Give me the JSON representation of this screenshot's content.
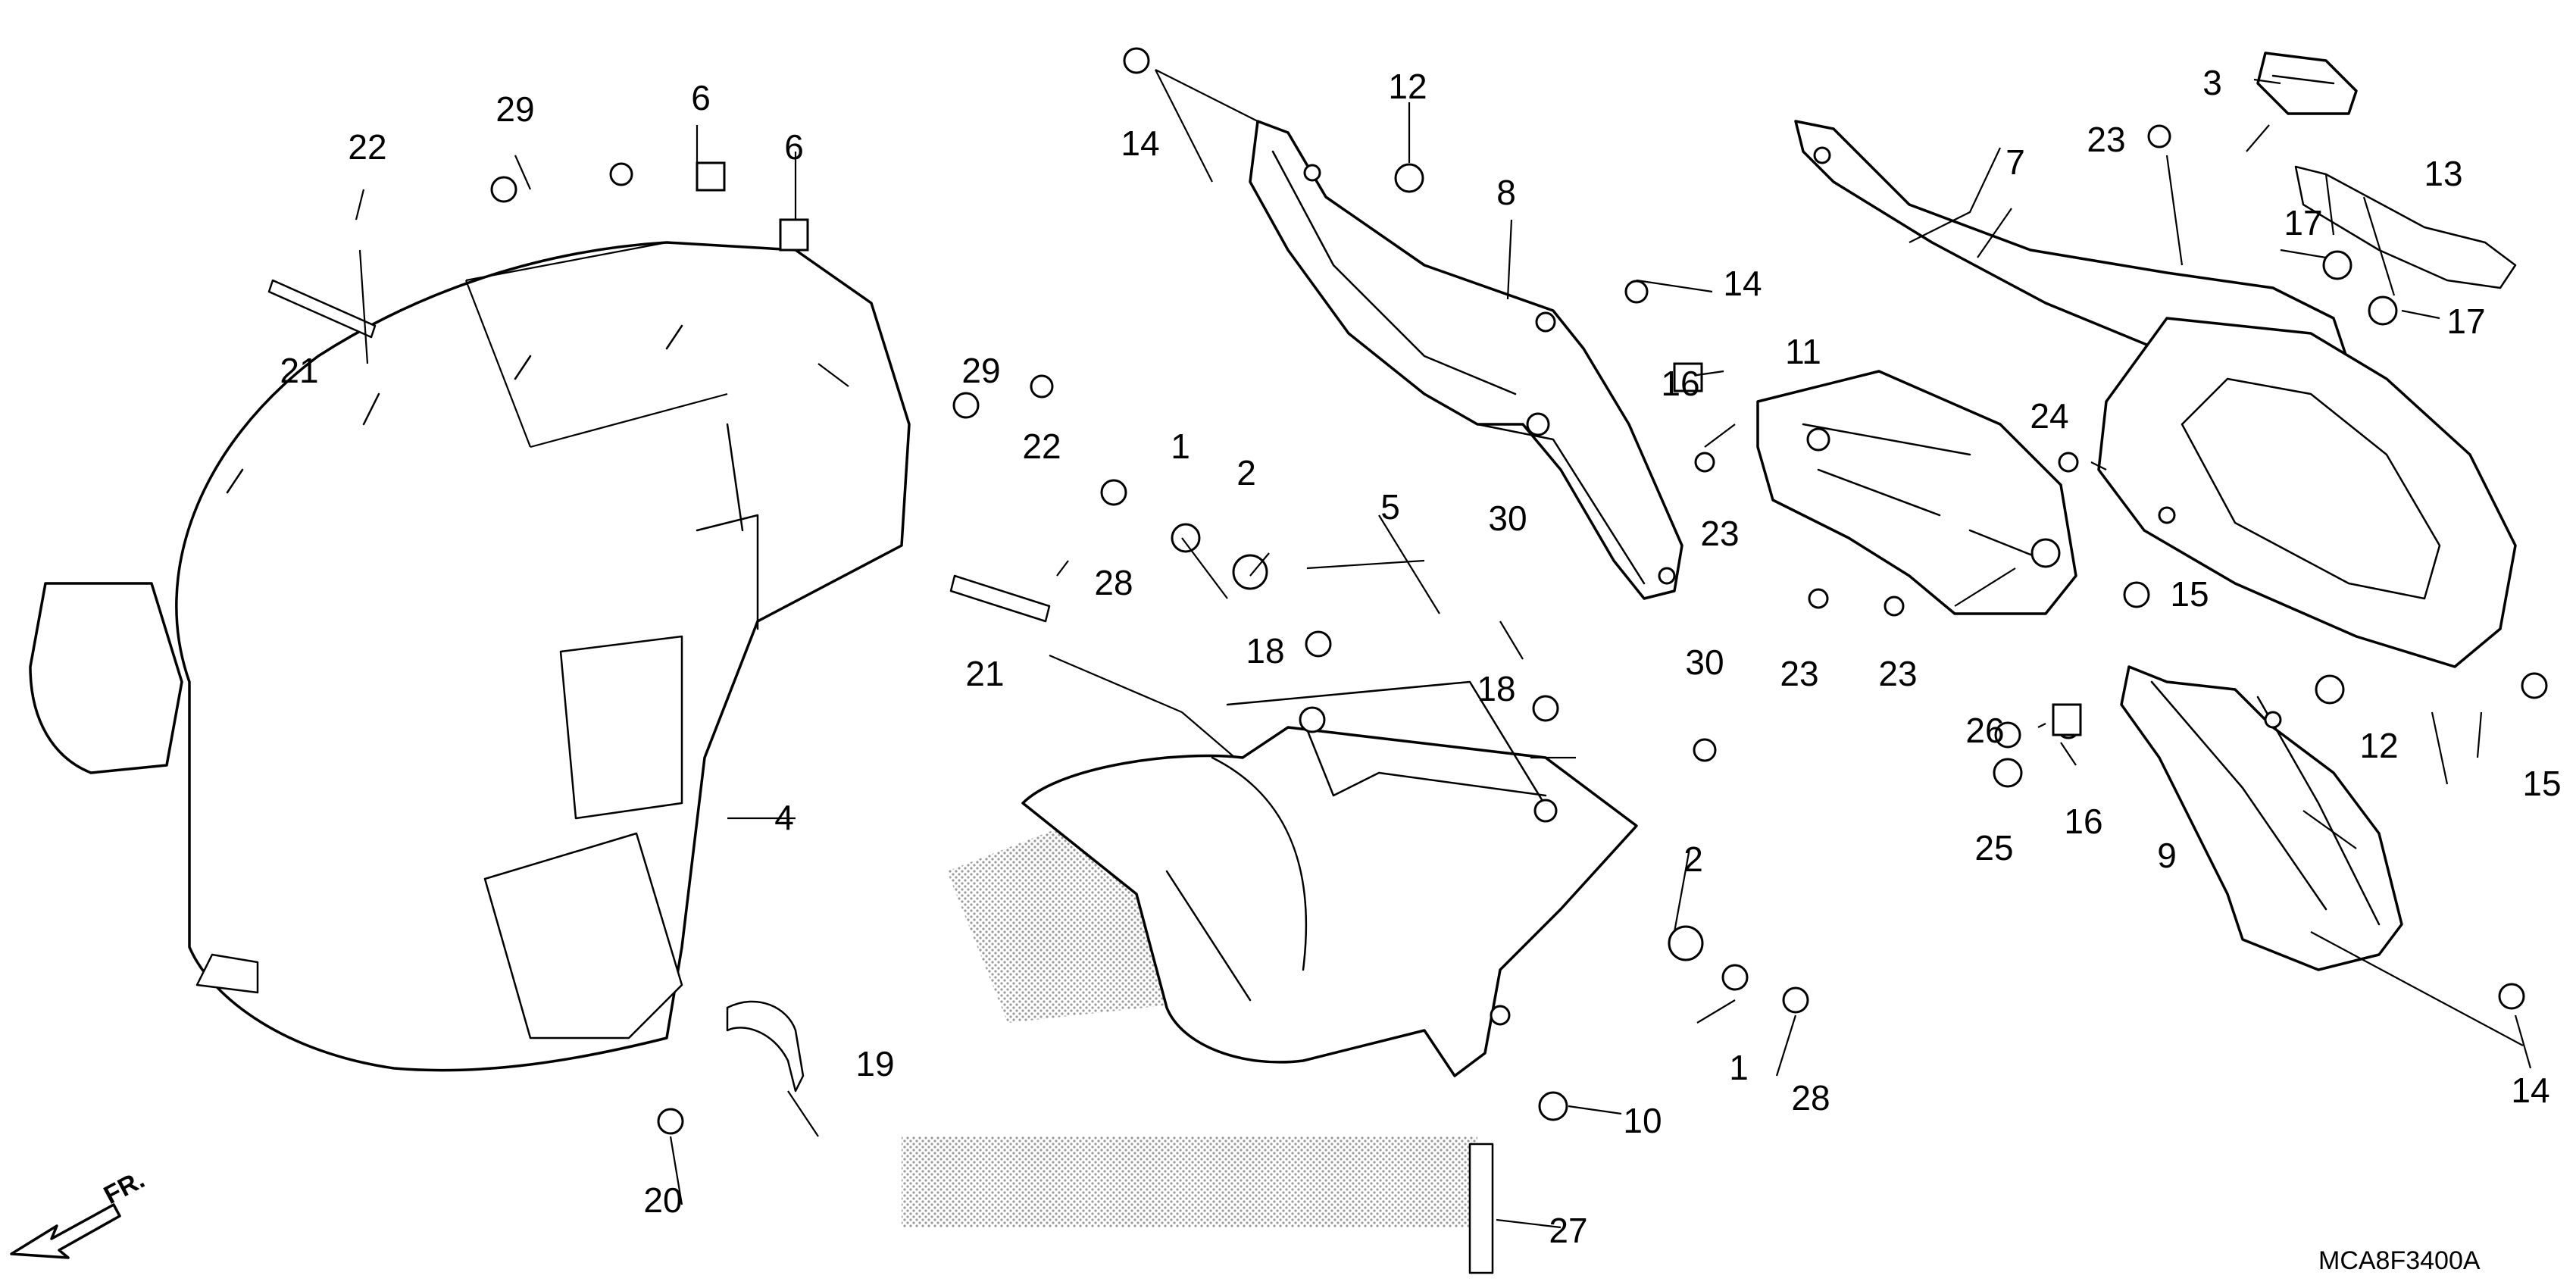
{
  "diagram": {
    "code": "MCA8F3400A",
    "front_label": "FR.",
    "callouts": [
      "1",
      "1",
      "2",
      "2",
      "3",
      "4",
      "5",
      "6",
      "6",
      "7",
      "8",
      "9",
      "10",
      "11",
      "12",
      "12",
      "13",
      "14",
      "14",
      "14",
      "15",
      "15",
      "16",
      "16",
      "17",
      "17",
      "18",
      "18",
      "19",
      "20",
      "21",
      "21",
      "22",
      "22",
      "23",
      "23",
      "23",
      "23",
      "24",
      "25",
      "26",
      "27",
      "28",
      "28",
      "29",
      "29",
      "30",
      "30"
    ]
  }
}
